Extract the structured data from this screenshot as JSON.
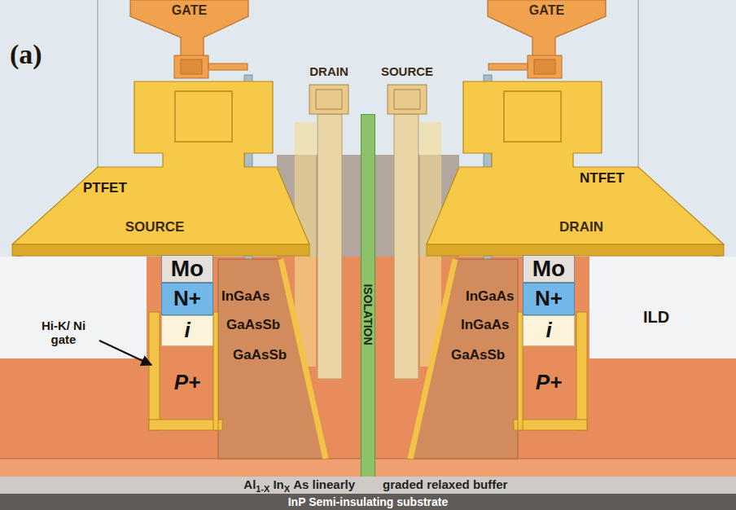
{
  "diagram": {
    "nodes": [
      {
        "text": [
          "GATE"
        ]
      },
      {
        "text": [
          "GATE"
        ]
      },
      {
        "text": [
          "DRAIN"
        ]
      },
      {
        "text": [
          "SOURCE"
        ]
      },
      {
        "text": [
          "SOURCE"
        ]
      },
      {
        "text": [
          "DRAIN"
        ]
      },
      {
        "text": [
          "Mo"
        ]
      },
      {
        "text": [
          "N+"
        ]
      },
      {
        "text": [
          "i"
        ]
      },
      {
        "text": [
          "P+"
        ]
      },
      {
        "text": [
          "Mo"
        ]
      },
      {
        "text": [
          "N+"
        ]
      },
      {
        "text": [
          "i"
        ]
      },
      {
        "text": [
          "P+"
        ]
      },
      {
        "text": [
          "ISOLATION"
        ]
      },
      {
        "text": [
          "Al",
          "1-X",
          "In",
          "X",
          "As linearly",
          "graded relaxed buffer"
        ]
      },
      {
        "text": [
          "InP Semi-insulating substrate"
        ]
      }
    ],
    "labels": [
      "(a)",
      "PTFET",
      "NTFET",
      "Hi-K/ Ni gate",
      "InGaAs",
      "GaAsSb",
      "GaAsSb",
      "InGaAs",
      "InGaAs",
      "GaAsSb",
      "ILD"
    ]
  }
}
